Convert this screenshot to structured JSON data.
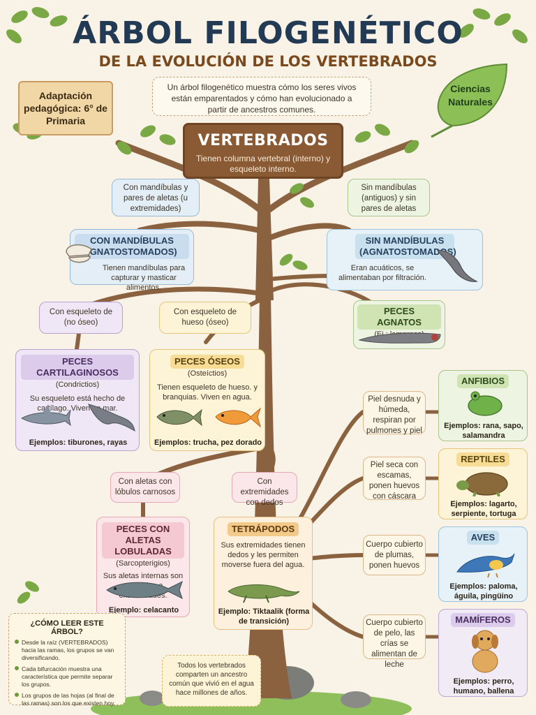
{
  "header": {
    "title": "ÁRBOL FILOGENÉTICO",
    "subtitle": "DE LA EVOLUCIÓN DE LOS VERTEBRADOS"
  },
  "intro": "Un árbol filogenético muestra cómo los seres vivos están emparentados y cómo han evolucionado a partir de ancestros comunes.",
  "badge_left": "Adaptación pedagógica: 6° de Primaria",
  "badge_right": "Ciencias Naturales",
  "root": {
    "title": "VERTEBRADOS",
    "desc": "Tienen columna vertebral (interno) y esqueleto interno."
  },
  "branch_labels": {
    "jaws": "Con mandíbulas y pares de aletas (u extremidades)",
    "no_jaws": "Sin mandíbulas (antiguos) y sin pares de aletas",
    "cartilage": "Con esqueleto de (no óseo)",
    "bone": "Con esqueleto de hueso (óseo)",
    "lobed": "Con aletas con lóbulos carnosos",
    "digits": "Con extremidades con dedos",
    "amphib": "Piel desnuda y húmeda, respiran por pulmones y piel",
    "reptile": "Piel seca con escamas, ponen huevos con cáscara",
    "bird": "Cuerpo cubierto de plumas, ponen huevos",
    "mammal": "Cuerpo cubierto de pelo, las crías se alimentan de leche"
  },
  "groups": {
    "gnathostomes": {
      "title": "CON MANDÍBULAS (GNATOSTOMADOS)",
      "desc": "Tienen mandíbulas para capturar y masticar alimentos."
    },
    "agnathans": {
      "title": "SIN MANDÍBULAS (AGNATOSTOMADOS)",
      "desc": "Eran acuáticos, se alimentaban por filtración."
    },
    "agnatos": {
      "title": "PECES AGNATOS",
      "sub": "(Ej.: lampreas)"
    },
    "cartilaginous": {
      "title": "PECES CARTILAGINOSOS",
      "sub": "(Condrictios)",
      "desc": "Su esqueleto está hecho de cartílago. Viven en mar.",
      "examples": "Ejemplos: tiburones, rayas"
    },
    "bony": {
      "title": "PECES ÓSEOS",
      "sub": "(Osteíctios)",
      "desc": "Tienen esqueleto de hueso. y branquias. Viven en agua.",
      "examples": "Ejemplos: trucha, pez dorado"
    },
    "lobefin": {
      "title": "PECES CON ALETAS LOBULADAS",
      "sub": "(Sarcopterigios)",
      "desc": "Sus aletas internas son parecidas a extremidades.",
      "examples": "Ejemplo: celacanto"
    },
    "tetrapods": {
      "title": "TETRÁPODOS",
      "desc": "Sus extremidades tienen dedos y les permiten moverse fuera del agua.",
      "examples": "Ejemplo: Tiktaalik (forma de transición)"
    },
    "amphibians": {
      "title": "ANFIBIOS",
      "examples": "Ejemplos: rana, sapo, salamandra"
    },
    "reptiles": {
      "title": "REPTILES",
      "examples": "Ejemplos: lagarto, serpiente, tortuga"
    },
    "birds": {
      "title": "AVES",
      "examples": "Ejemplos: paloma, águila, pingüino"
    },
    "mammals": {
      "title": "MAMÍFEROS",
      "examples": "Ejemplos: perro, humano, ballena"
    }
  },
  "how_to": {
    "title": "¿CÓMO LEER ESTE ÁRBOL?",
    "items": [
      "Desde la raíz (VERTEBRADOS) hacia las ramas, los grupos se van diversificando.",
      "Cada bifurcación muestra una característica que permite separar los grupos.",
      "Los grupos de las hojas (al final de las ramas) son los que existen hoy."
    ]
  },
  "common_ancestor": "Todos los vertebrados comparten un ancestro común que vivió en el agua hace millones de años.",
  "colors": {
    "trunk": "#8a6240",
    "leaf": "#7aa845",
    "title": "#233a54",
    "subtitle": "#7a4a1e"
  }
}
